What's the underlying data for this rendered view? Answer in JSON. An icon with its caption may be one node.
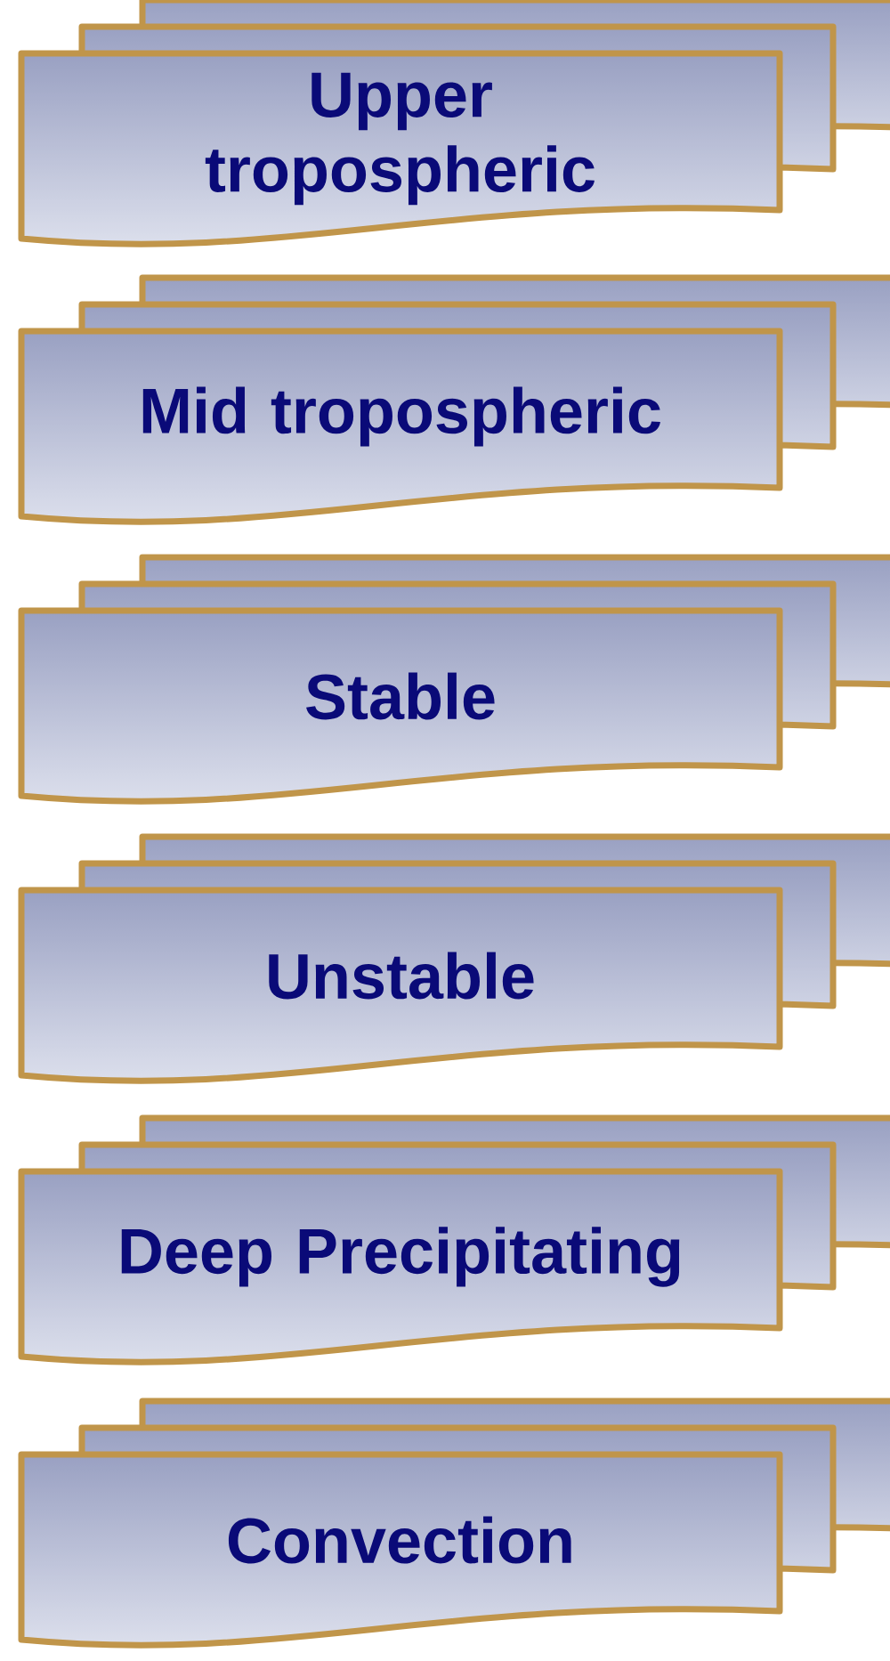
{
  "diagram": {
    "nodes": [
      {
        "text": [
          "Upper tropospheric"
        ]
      },
      {
        "text": [
          "Mid tropospheric"
        ]
      },
      {
        "text": [
          "Stable"
        ]
      },
      {
        "text": [
          "Unstable"
        ]
      },
      {
        "text": [
          "Deep Precipitating"
        ]
      },
      {
        "text": [
          "Convection"
        ]
      }
    ]
  }
}
